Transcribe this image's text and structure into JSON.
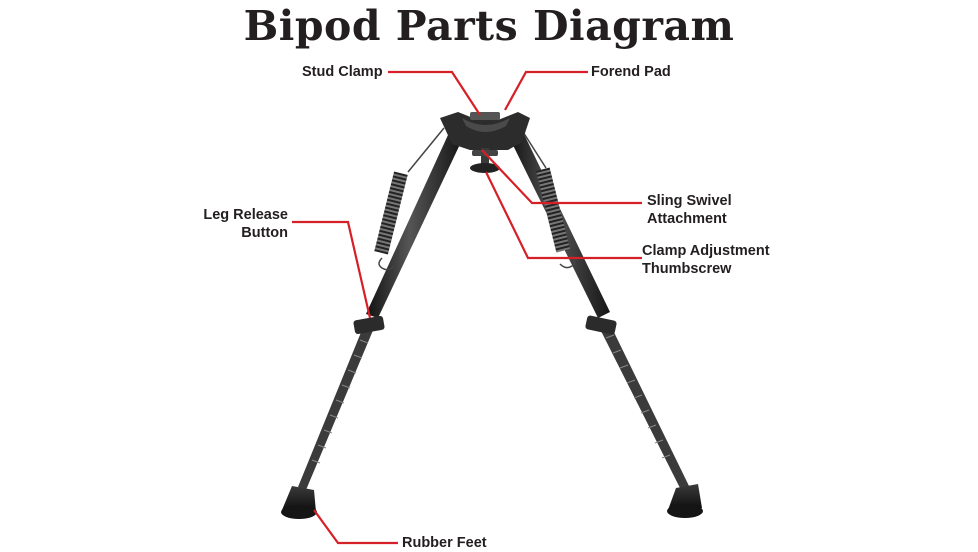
{
  "title": "Bipod Parts Diagram",
  "labels": {
    "stud_clamp": "Stud Clamp",
    "forend_pad": "Forend Pad",
    "sling_swivel_line1": "Sling Swivel",
    "sling_swivel_line2": "Attachment",
    "leg_release_line1": "Leg Release",
    "leg_release_line2": "Button",
    "clamp_adjust_line1": "Clamp Adjustment",
    "clamp_adjust_line2": "Thumbscrew",
    "rubber_feet": "Rubber Feet"
  },
  "colors": {
    "leader": "#d62027",
    "text": "#231f20",
    "leg": "#2a2a2a",
    "foot": "#1e1e1e"
  }
}
